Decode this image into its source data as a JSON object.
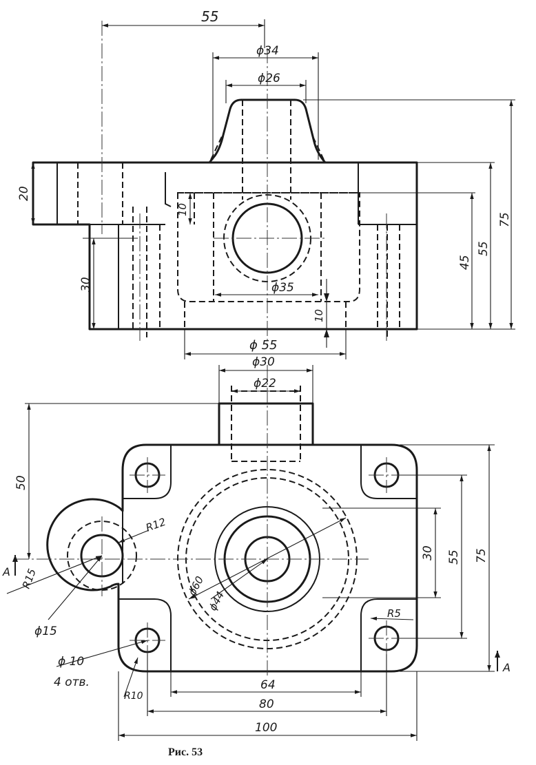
{
  "front_view": {
    "dims": {
      "width_55_top": "55",
      "dia_34": "ϕ34",
      "dia_26": "ϕ26",
      "height_20": "20",
      "height_10_slot": "10",
      "height_30": "30",
      "height_45": "45",
      "height_55": "55",
      "height_75": "75",
      "dia_35": "ϕ35",
      "height_10_bottom": "10",
      "dia_55": "ϕ 55"
    }
  },
  "plan_view": {
    "dims": {
      "dia_30": "ϕ30",
      "dia_22": "ϕ22",
      "height_50": "50",
      "r12": "R12",
      "r15": "R15",
      "dia_15": "ϕ15",
      "dia_60": "ϕ60",
      "dia_44": "ϕ44",
      "dia_10": "ϕ 10",
      "holes_count": "4 отв.",
      "r10": "R10",
      "r5": "R5",
      "dim_30": "30",
      "dim_55": "55",
      "dim_75": "75",
      "width_64": "64",
      "width_80": "80",
      "width_100": "100"
    },
    "section_mark_left": "A",
    "section_mark_right": "A"
  },
  "caption": "Рис. 53"
}
